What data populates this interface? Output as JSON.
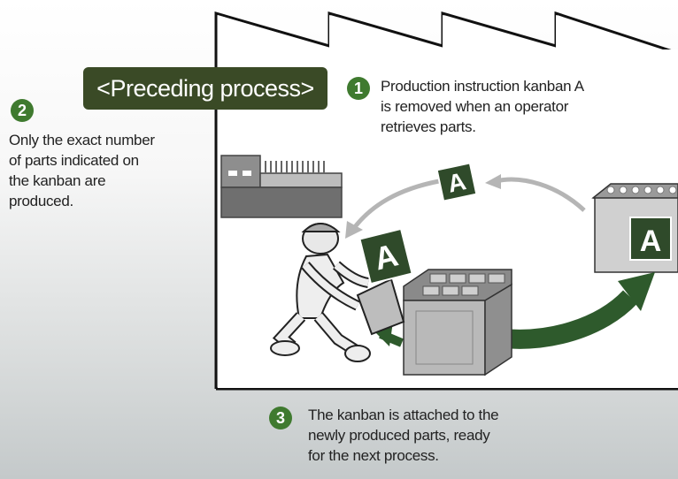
{
  "title": "<Preceding process>",
  "steps": [
    {
      "number": "1",
      "lines": [
        "Production instruction kanban A",
        "is removed when an operator",
        "retrieves parts."
      ]
    },
    {
      "number": "2",
      "lines": [
        "Only the exact number",
        "of parts indicated on",
        "the kanban are",
        "produced."
      ]
    },
    {
      "number": "3",
      "lines": [
        "The kanban is attached to the",
        "newly produced parts, ready",
        "for the next process."
      ]
    }
  ],
  "kanban_label": "A",
  "colors": {
    "title_bg": "#3a4a26",
    "badge": "#3f7a2f",
    "kanban": "#2f4a2a",
    "arrow_dark": "#2e5a2c"
  }
}
